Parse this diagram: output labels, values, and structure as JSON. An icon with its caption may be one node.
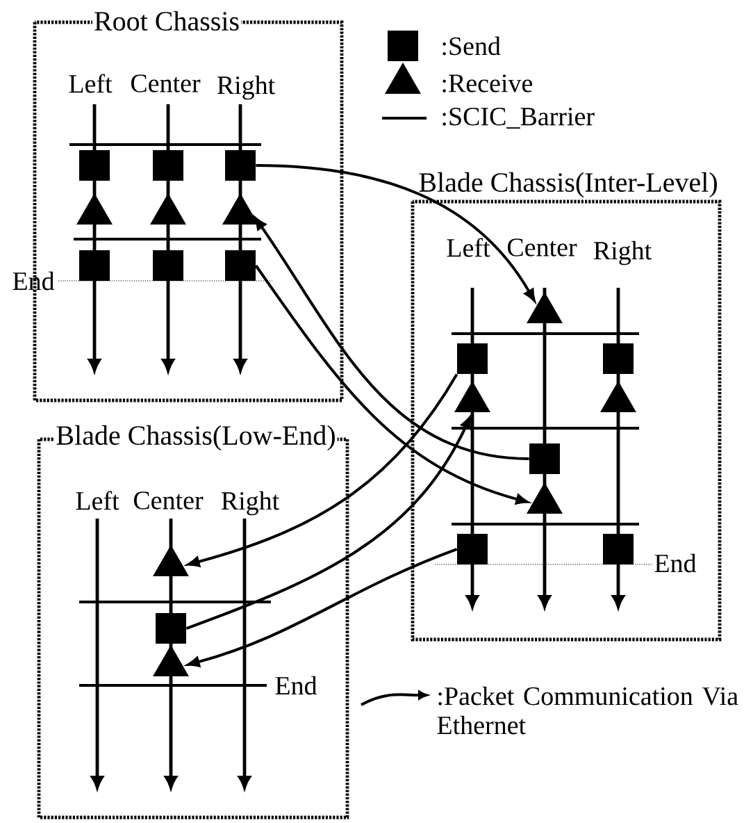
{
  "diagram": {
    "nodes": [
      {
        "text": [
          "Root Chassis"
        ]
      },
      {
        "text": [],
        "shape": "box",
        "in": 0
      },
      {
        "text": [],
        "shape": "box",
        "in": 0
      },
      {
        "text": [],
        "shape": "box",
        "in": 0
      },
      {
        "text": [],
        "shape": "triangle",
        "in": 0
      },
      {
        "text": [],
        "shape": "triangle",
        "in": 0
      },
      {
        "text": [],
        "shape": "triangle",
        "in": 0
      },
      {
        "text": [],
        "shape": "box",
        "in": 0
      },
      {
        "text": [],
        "shape": "box",
        "in": 0
      },
      {
        "text": [],
        "shape": "box",
        "in": 0
      },
      {
        "text": [
          "Blade Chassis(Inter-Level)"
        ]
      },
      {
        "text": [],
        "shape": "triangle",
        "in": 10
      },
      {
        "text": [],
        "shape": "box",
        "in": 10
      },
      {
        "text": [],
        "shape": "box",
        "in": 10
      },
      {
        "text": [],
        "shape": "triangle",
        "in": 10
      },
      {
        "text": [],
        "shape": "triangle",
        "in": 10
      },
      {
        "text": [],
        "shape": "box",
        "in": 10
      },
      {
        "text": [],
        "shape": "triangle",
        "in": 10
      },
      {
        "text": [],
        "shape": "box",
        "in": 10
      },
      {
        "text": [],
        "shape": "box",
        "in": 10
      },
      {
        "text": [
          "Blade Chassis(Low-End)"
        ]
      },
      {
        "text": [],
        "shape": "triangle",
        "in": 20
      },
      {
        "text": [],
        "shape": "box",
        "in": 20
      },
      {
        "text": [],
        "shape": "triangle",
        "in": 20
      }
    ],
    "edges": [
      {
        "from": 3,
        "to": 11,
        "arrow": "to"
      },
      {
        "from": 16,
        "to": 6,
        "arrow": "to"
      },
      {
        "from": 9,
        "to": 17,
        "arrow": "to"
      },
      {
        "from": 12,
        "to": 21,
        "arrow": "to"
      },
      {
        "from": 22,
        "to": 14,
        "arrow": "to"
      },
      {
        "from": 18,
        "to": 23,
        "arrow": "to"
      }
    ],
    "labels": [
      "Left",
      "Center",
      "Right",
      "End",
      "Left",
      "Center",
      "Right",
      "End",
      "Left",
      "Center",
      "Right",
      "End"
    ],
    "legend": [
      {
        "text": ":Send",
        "color": "#000000"
      },
      {
        "text": ":Receive",
        "color": "#000000"
      },
      {
        "text": ":SCIC_Barrier"
      },
      {
        "text": ":Packet Communication Via Ethernet"
      }
    ]
  }
}
